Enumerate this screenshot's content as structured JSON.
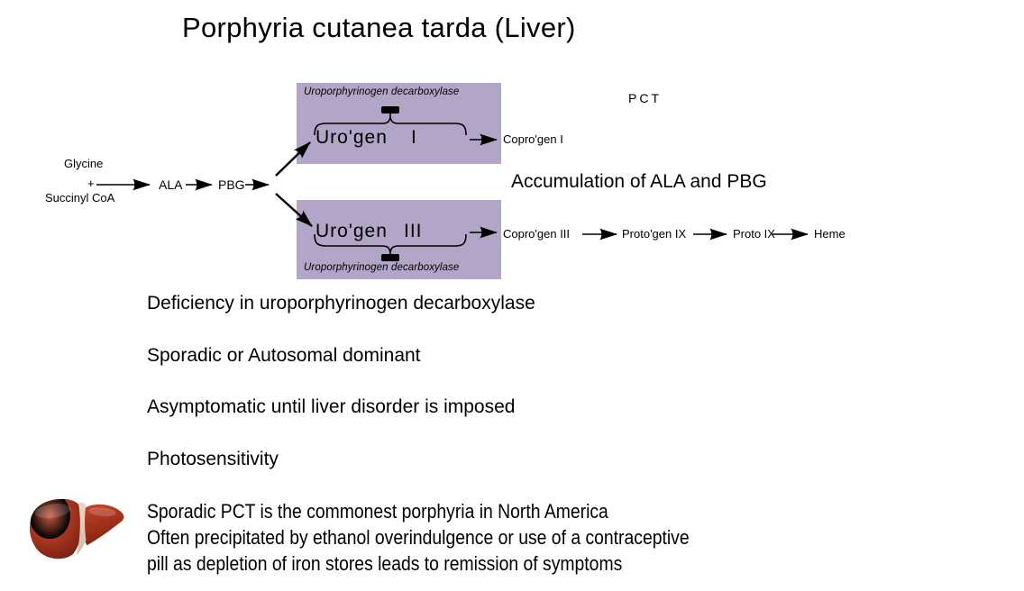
{
  "title": "Porphyria cutanea tarda (Liver)",
  "colors": {
    "box_purple": "#b2a5c8",
    "ink": "#000000"
  },
  "pathway": {
    "substrate_top": "Glycine",
    "plus": "+",
    "substrate_bottom": "Succinyl CoA",
    "ala": "ALA",
    "pbg": "PBG",
    "pct_label": "PCT",
    "accumulation": "Accumulation of ALA and PBG",
    "upper_branch": {
      "enzyme": "Uroporphyrinogen decarboxylase",
      "compound": "Uro'gen",
      "numeral": "I",
      "product": "Copro'gen I"
    },
    "lower_branch": {
      "enzyme": "Uroporphyrinogen decarboxylase",
      "compound": "Uro'gen",
      "numeral": "III",
      "product": "Copro'gen III"
    },
    "chain": [
      "Proto'gen IX",
      "Proto IX",
      "Heme"
    ]
  },
  "notes": {
    "items": [
      "Deficiency in uroporphyrinogen decarboxylase",
      "Sporadic or Autosomal dominant",
      "Asymptomatic until liver disorder is imposed",
      "Photosensitivity"
    ],
    "paragraph_lines": [
      "Sporadic PCT is the commonest porphyria in North America",
      "Often precipitated by ethanol overindulgence or use of a contraceptive",
      "pill as depletion of iron stores leads to remission of symptoms"
    ]
  }
}
